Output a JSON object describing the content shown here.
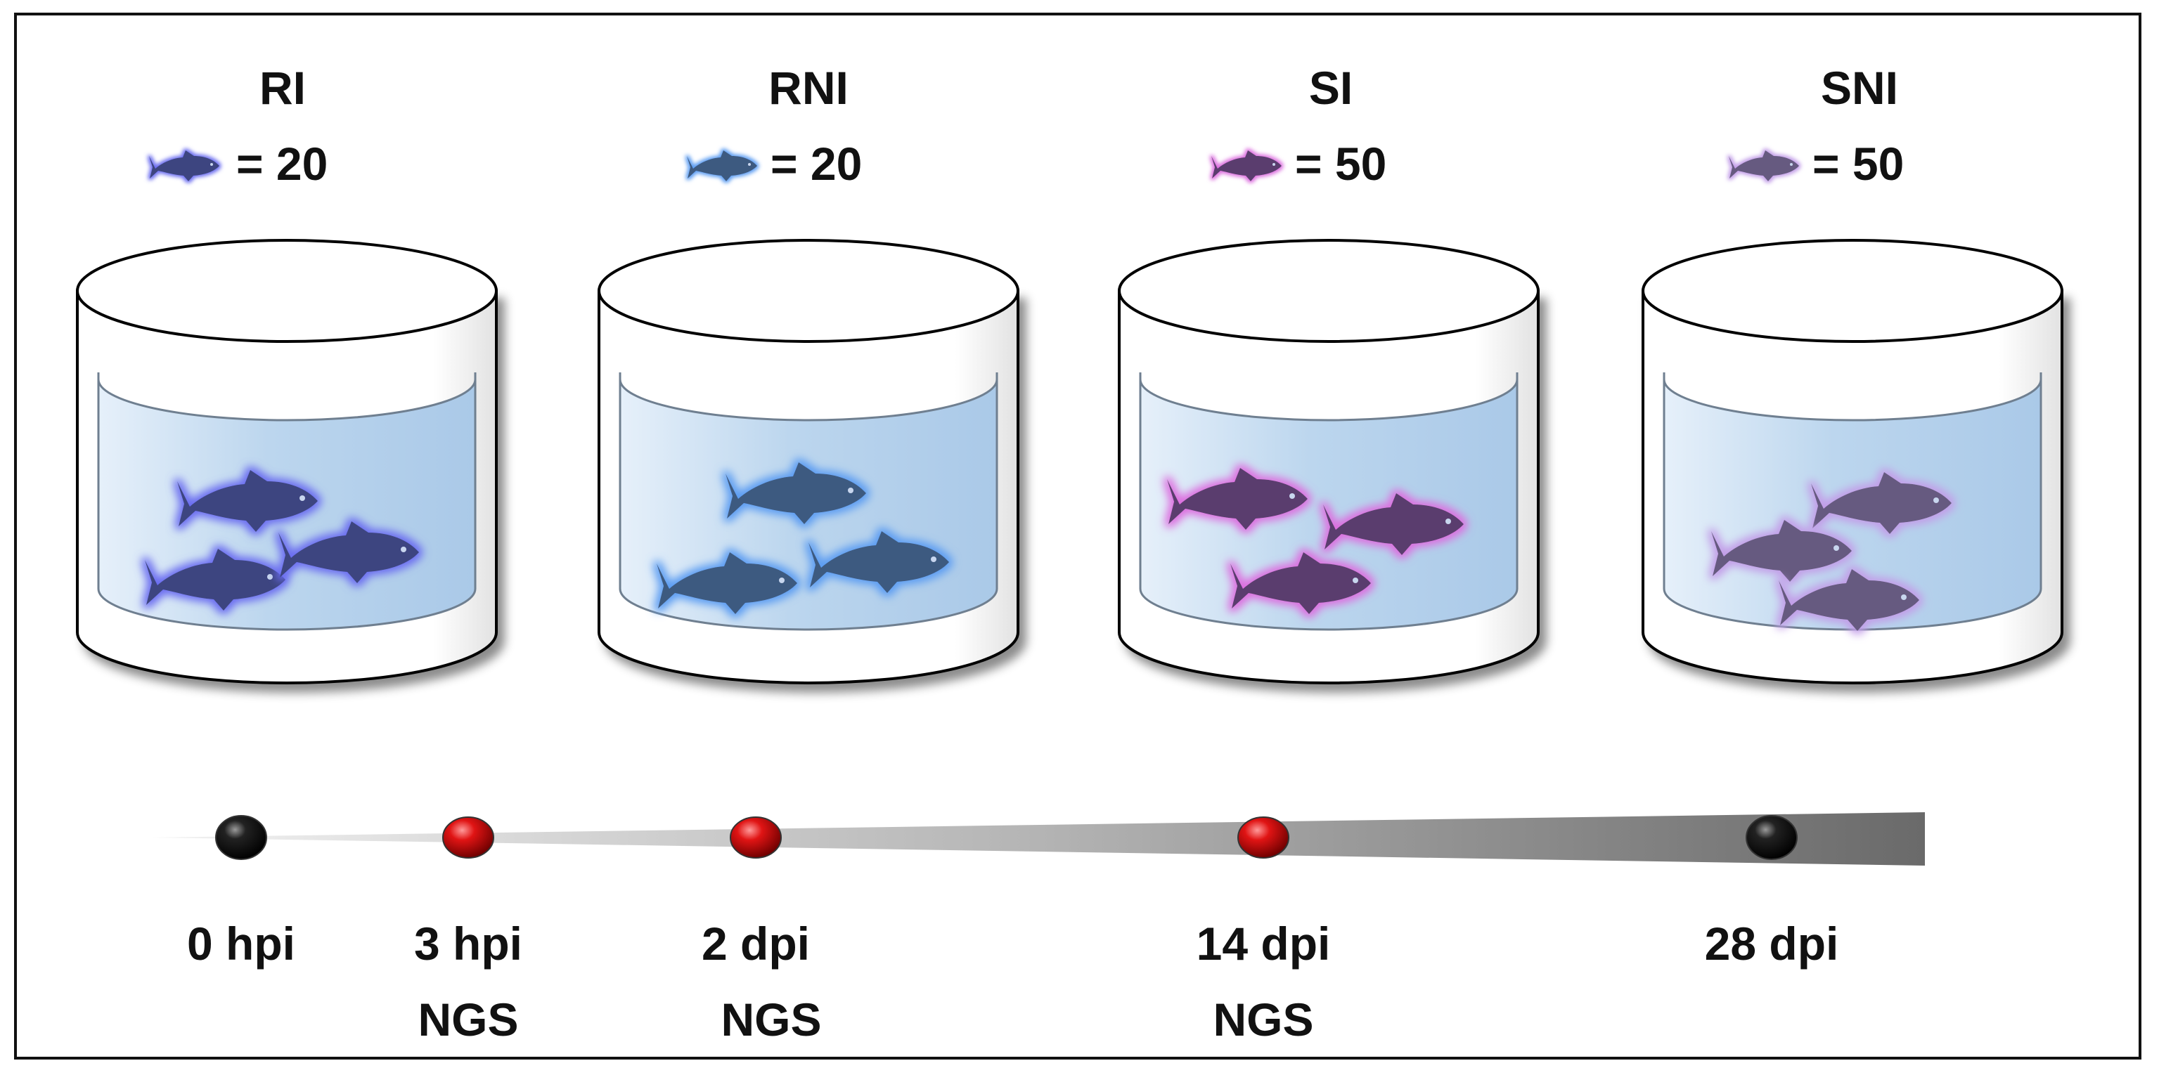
{
  "groups": [
    {
      "label": "RI",
      "count_text": "= 20",
      "fish_color": "#3d4580",
      "glow_color": "#6a6cf0"
    },
    {
      "label": "RNI",
      "count_text": "= 20",
      "fish_color": "#3e5a80",
      "glow_color": "#5b9cf2"
    },
    {
      "label": "SI",
      "count_text": "= 50",
      "fish_color": "#5a3c6e",
      "glow_color": "#dc6edf"
    },
    {
      "label": "SNI",
      "count_text": "= 50",
      "fish_color": "#665a80",
      "glow_color": "#c29de8"
    }
  ],
  "tank": {
    "water_color": "#bcd6ee",
    "wall_color": "#ffffff",
    "outline_color": "#000000"
  },
  "timeline": {
    "bar_color": "#a8a8a8",
    "marker_colors": {
      "sampling": "#d80f0f",
      "endpoint": "#111111"
    },
    "points": [
      {
        "time": "0 hpi",
        "note": "",
        "kind": "endpoint"
      },
      {
        "time": "3 hpi",
        "note": "NGS",
        "kind": "sampling"
      },
      {
        "time": "2 dpi",
        "note": "NGS",
        "kind": "sampling"
      },
      {
        "time": "14 dpi",
        "note": "NGS",
        "kind": "sampling"
      },
      {
        "time": "28 dpi",
        "note": "",
        "kind": "endpoint"
      }
    ]
  }
}
